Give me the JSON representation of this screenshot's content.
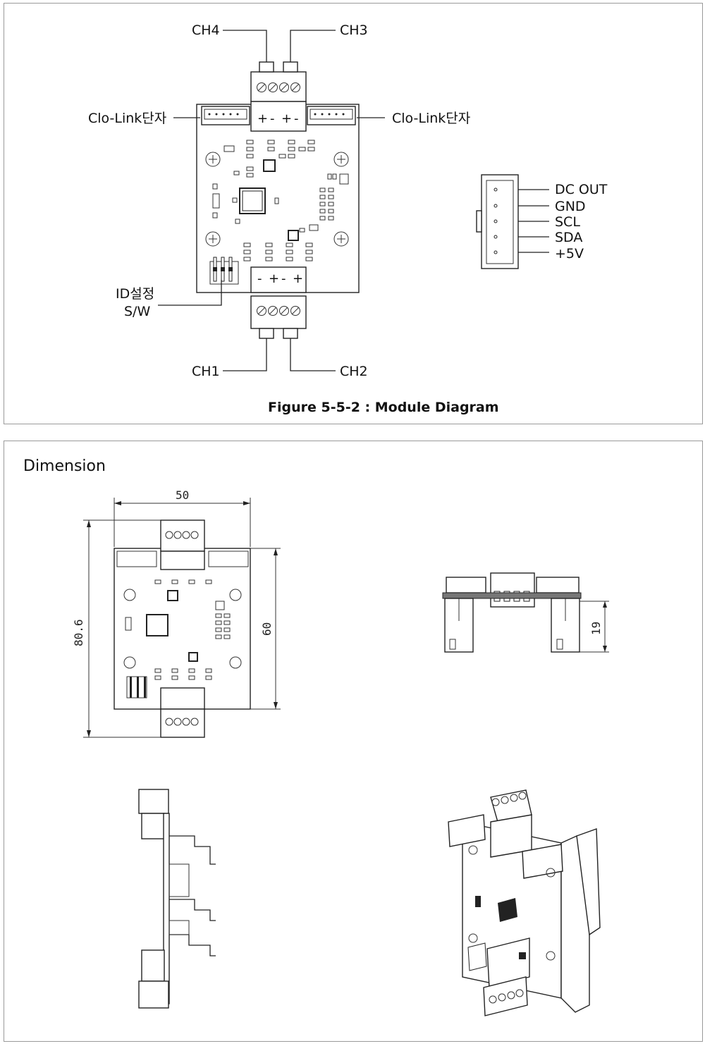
{
  "module_diagram": {
    "labels": {
      "ch4": "CH4",
      "ch3": "CH3",
      "ch1": "CH1",
      "ch2": "CH2",
      "clolink_left": "Clo-Link단자",
      "clolink_right": "Clo-Link단자",
      "id_sw_line1": "ID설정",
      "id_sw_line2": "S/W"
    },
    "top_terminal_polarity": [
      "+",
      "-",
      "+",
      "-"
    ],
    "bottom_terminal_polarity": [
      "-",
      "+",
      "-",
      "+"
    ],
    "connector_pins": [
      "DC OUT",
      "GND",
      "SCL",
      "SDA",
      "+5V"
    ],
    "caption": "Figure 5-5-2 : Module Diagram"
  },
  "dimension": {
    "title": "Dimension",
    "width_label": "50",
    "height_total_label": "80.6",
    "height_pcb_label": "60",
    "depth_label": "19"
  }
}
